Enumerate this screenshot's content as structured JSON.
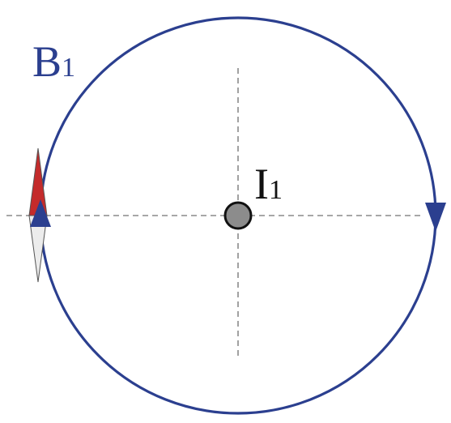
{
  "labels": {
    "field": "B",
    "field_sub": "1",
    "current": "I",
    "current_sub": "1"
  },
  "colors": {
    "field_line": "#2b3f8f",
    "field_label": "#2b3f8f",
    "axis": "#8a8a8a",
    "wire_fill": "#8c8c8c",
    "wire_stroke": "#111111",
    "current_label": "#111111",
    "needle_north": "#c42b2b",
    "needle_south": "#ececec",
    "needle_outline": "#555555"
  },
  "icons": {
    "needle": "compass-needle-icon",
    "field_arrow": "arrowhead-icon"
  }
}
